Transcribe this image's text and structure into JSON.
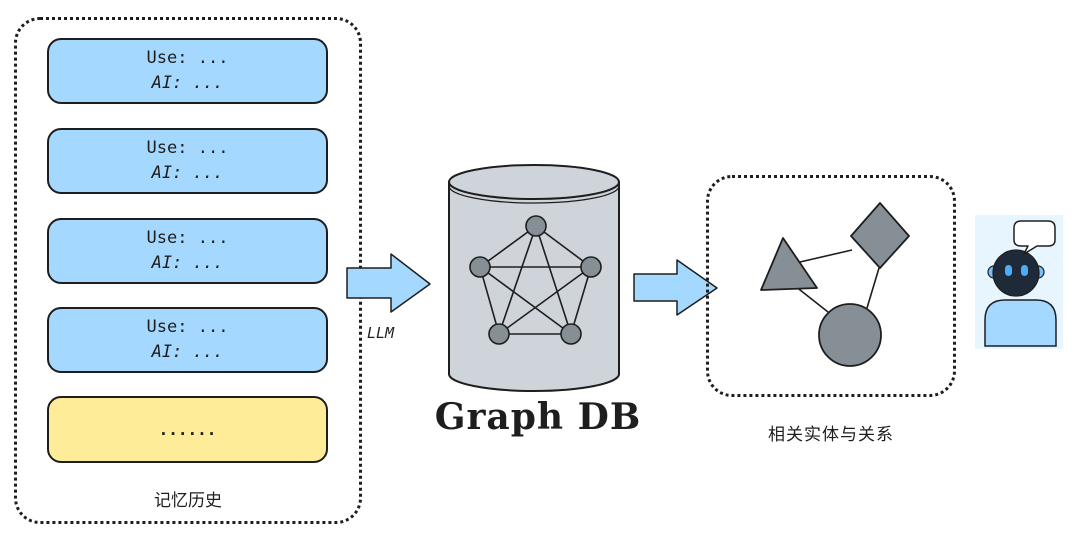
{
  "memory": {
    "cards": [
      {
        "user": "Use: ...",
        "ai": "AI: ..."
      },
      {
        "user": "Use: ...",
        "ai": "AI: ..."
      },
      {
        "user": "Use: ...",
        "ai": "AI: ..."
      },
      {
        "user": "Use: ...",
        "ai": "AI: ..."
      }
    ],
    "ellipsis": "......",
    "label": "记忆历史"
  },
  "arrow1": {
    "label": "LLM"
  },
  "database": {
    "label": "Graph DB"
  },
  "entities": {
    "label": "相关实体与关系"
  },
  "colors": {
    "card_blue": "#a5d8ff",
    "card_yellow": "#ffec99",
    "cylinder": "#ced4da",
    "node": "#868e96",
    "arrow": "#a5d8ff",
    "robot_bg": "#e7f5ff"
  },
  "icons": [
    "pentagon-graph-icon",
    "triangle-icon",
    "diamond-icon",
    "circle-icon",
    "robot-icon",
    "speech-bubble-icon"
  ]
}
